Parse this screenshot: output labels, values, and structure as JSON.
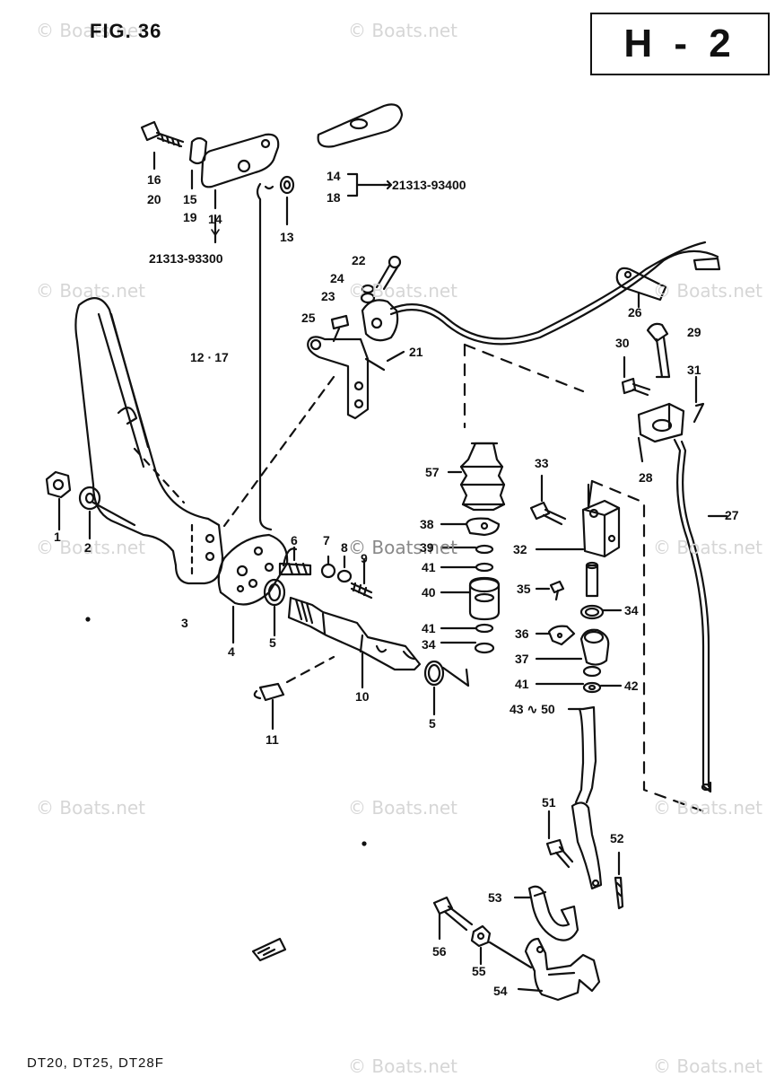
{
  "figure": {
    "title": "FIG. 36",
    "page_code": "H - 2",
    "models": "DT20, DT25, DT28F"
  },
  "watermark": {
    "text": "© Boats.net"
  },
  "part_refs": {
    "upper_plate": "21313-93400",
    "lower_plate": "21313-93300"
  },
  "callouts": {
    "c1": "1",
    "c2": "2",
    "c3": "3",
    "c4": "4",
    "c5a": "5",
    "c5b": "5",
    "c6": "6",
    "c7": "7",
    "c8": "8",
    "c9": "9",
    "c10": "10",
    "c11": "11",
    "c12_17": "12 ∙ 17",
    "c13": "13",
    "c14a": "14",
    "c14b": "14",
    "c15": "15",
    "c16": "16",
    "c18": "18",
    "c19": "19",
    "c20": "20",
    "c21": "21",
    "c22": "22",
    "c23": "23",
    "c24": "24",
    "c25": "25",
    "c26": "26",
    "c27": "27",
    "c28": "28",
    "c29": "29",
    "c30": "30",
    "c31": "31",
    "c32": "32",
    "c33": "33",
    "c34a": "34",
    "c34b": "34",
    "c35": "35",
    "c36": "36",
    "c37": "37",
    "c38": "38",
    "c39": "39",
    "c40": "40",
    "c41a": "41",
    "c41b": "41",
    "c41c": "41",
    "c42": "42",
    "c43_50": "43 ∿ 50",
    "c51": "51",
    "c52": "52",
    "c53": "53",
    "c54": "54",
    "c55": "55",
    "c56": "56",
    "c57": "57"
  }
}
